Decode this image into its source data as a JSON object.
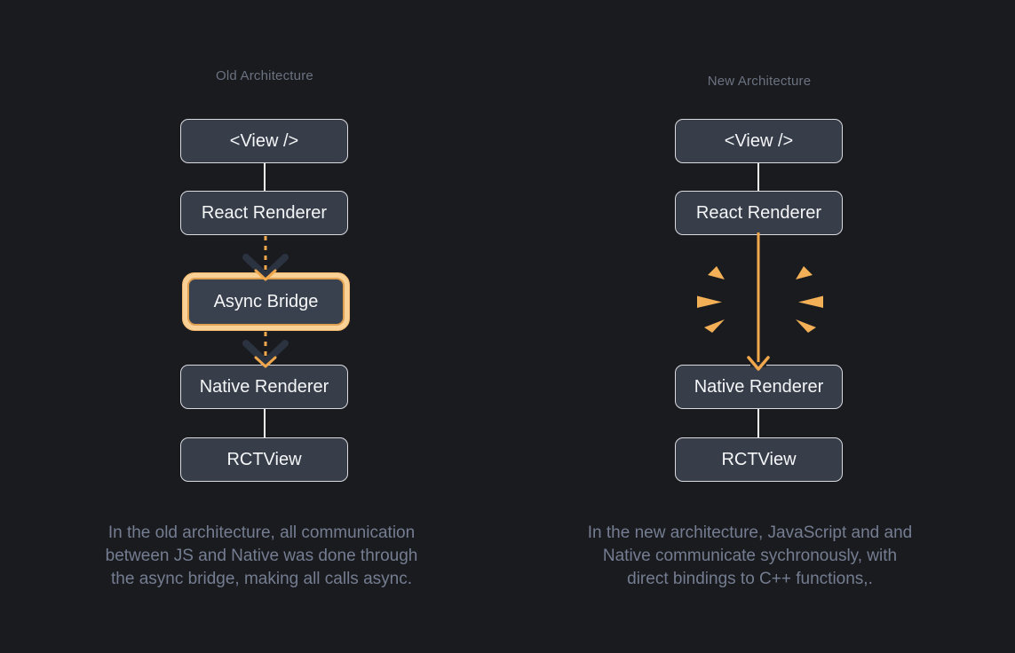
{
  "colors": {
    "background": "#1a1b1f",
    "node_fill": "#373e4a",
    "node_border": "#d9dbdf",
    "node_text": "#f4f5f7",
    "title_text": "#6b7280",
    "caption_text": "#747d91",
    "accent_orange": "#f1a74b",
    "highlight_ring": "#f9d095",
    "highlight_inner_border": "#df9f50",
    "dark_chevron": "#2b3240",
    "spark_orange": "#f3b056",
    "connector_white": "#f7f8f8"
  },
  "old": {
    "title": "Old Architecture",
    "nodes": {
      "view": "<View />",
      "react_renderer": "React Renderer",
      "async_bridge": "Async Bridge",
      "native_renderer": "Native Renderer",
      "rctview": "RCTView"
    },
    "caption": {
      "lines": [
        "In the old architecture, all communication",
        "between JS and Native was done through",
        "the async bridge, making all calls async."
      ]
    }
  },
  "new": {
    "title": "New Architecture",
    "nodes": {
      "view": "<View />",
      "react_renderer": "React Renderer",
      "native_renderer": "Native Renderer",
      "rctview": "RCTView"
    },
    "caption": {
      "lines": [
        "In the new architecture, JavaScript and and",
        "Native communicate sychronously, with",
        "direct bindings to C++ functions,."
      ]
    }
  }
}
